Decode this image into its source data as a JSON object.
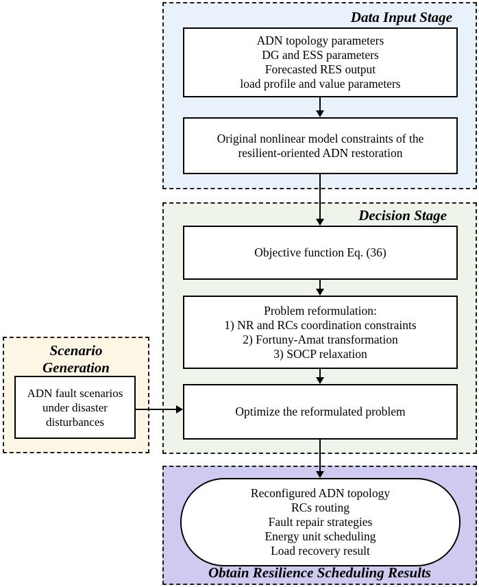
{
  "data_input": {
    "title": "Data Input Stage",
    "params_lines": [
      "ADN topology parameters",
      "DG and ESS parameters",
      "Forecasted RES output",
      "load profile and value parameters"
    ],
    "model_lines": [
      "Original nonlinear model constraints of the",
      "resilient-oriented ADN restoration"
    ]
  },
  "decision": {
    "title": "Decision Stage",
    "objective": "Objective function Eq. (36)",
    "reformulation_lines": [
      "Problem reformulation:",
      "1) NR and RCs coordination constraints",
      "2) Fortuny-Amat transformation",
      "3) SOCP relaxation"
    ],
    "optimize": "Optimize the reformulated problem"
  },
  "scenario": {
    "title_lines": [
      "Scenario",
      "Generation"
    ],
    "box_lines": [
      "ADN fault scenarios",
      "under disaster",
      "disturbances"
    ]
  },
  "results": {
    "title": "Obtain Resilience Scheduling Results",
    "lines": [
      "Reconfigured ADN topology",
      "RCs routing",
      "Fault repair strategies",
      "Energy unit scheduling",
      "Load recovery result"
    ]
  },
  "colors": {
    "data_input_bg": "#e9f1fa",
    "decision_bg": "#eef4ea",
    "scenario_bg": "#fdf6e4",
    "results_bg": "#cfcaf0"
  }
}
